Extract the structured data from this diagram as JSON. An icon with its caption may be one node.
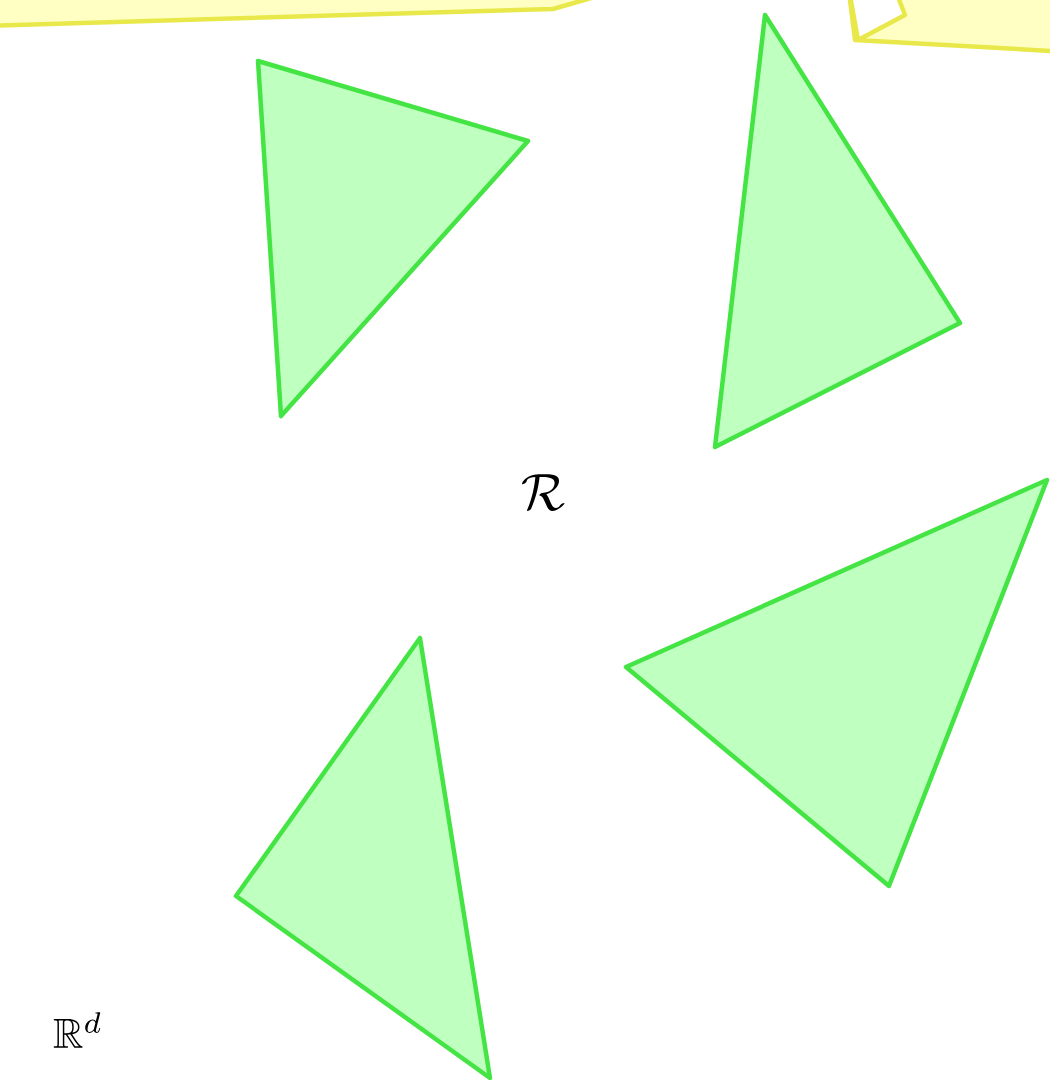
{
  "diagram": {
    "nodes": [
      {
        "text": [],
        "shape": "polygon"
      },
      {
        "text": [],
        "shape": "polygon"
      },
      {
        "text": [],
        "shape": "triangle"
      },
      {
        "text": [],
        "shape": "triangle"
      },
      {
        "text": [],
        "shape": "triangle"
      },
      {
        "text": [],
        "shape": "triangle"
      }
    ],
    "labels": [
      "\\mathcal{R}",
      "\\mathbb{R}^d"
    ]
  }
}
